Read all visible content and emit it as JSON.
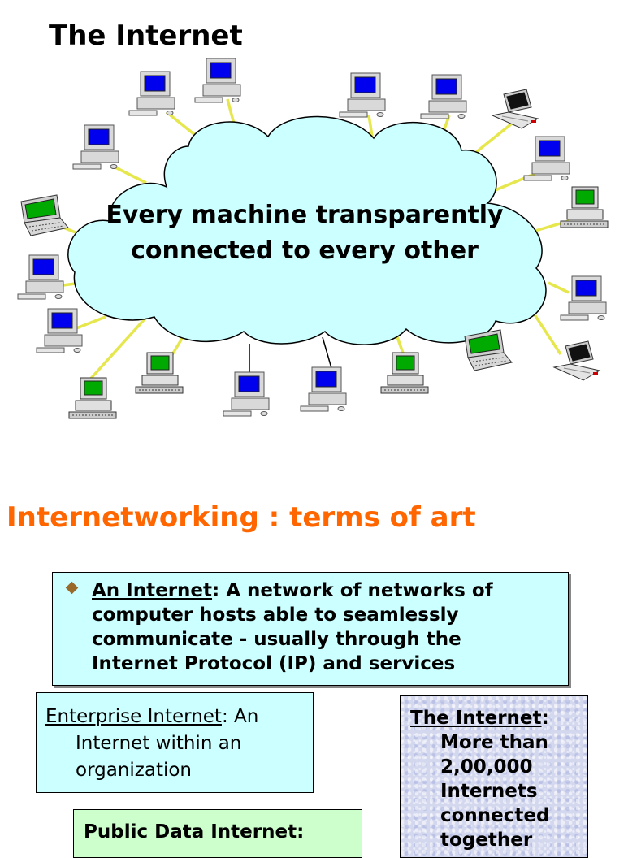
{
  "slide1": {
    "title": "The Internet",
    "cloud_text": "Every machine transparently connected to every other"
  },
  "slide2": {
    "title": "Internetworking :  terms of art",
    "main_box": {
      "term": "An Internet",
      "definition_lines": [
        ": A network of networks of",
        "computer hosts able to seamlessly",
        "communicate - usually through  the",
        "Internet Protocol (IP) and services"
      ]
    },
    "enterprise_box": {
      "term": "Enterprise Internet",
      "definition_first": ":  An",
      "definition_lines": [
        "Internet within an",
        "organization"
      ]
    },
    "public_box": {
      "term": "Public Data Internet:"
    },
    "internet_box": {
      "term": "The Internet",
      "colon": ":",
      "lines": [
        "More than",
        "2,00,000",
        "Internets",
        "connected",
        "together"
      ]
    }
  },
  "colors": {
    "cloud_fill": "#ccffff",
    "link_color": "#e8e860",
    "title2_color": "#ff6600",
    "box_fill": "#ccffff",
    "public_box_fill": "#ccffcc"
  }
}
